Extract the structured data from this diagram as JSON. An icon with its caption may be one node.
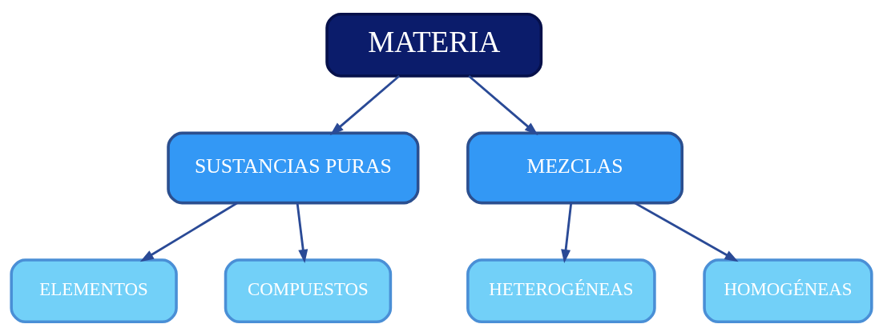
{
  "diagram": {
    "nodes": [
      {
        "text": [
          "MATERIA"
        ]
      },
      {
        "text": [
          "SUSTANCIAS PURAS"
        ]
      },
      {
        "text": [
          "MEZCLAS"
        ]
      },
      {
        "text": [
          "ELEMENTOS"
        ]
      },
      {
        "text": [
          "COMPUESTOS"
        ]
      },
      {
        "text": [
          "HETEROGÉNEAS"
        ]
      },
      {
        "text": [
          "HOMOGÉNEAS"
        ]
      }
    ],
    "edges": [
      {
        "from": 0,
        "to": 1,
        "arrow": "to"
      },
      {
        "from": 0,
        "to": 2,
        "arrow": "to"
      },
      {
        "from": 1,
        "to": 3,
        "arrow": "to"
      },
      {
        "from": 1,
        "to": 4,
        "arrow": "to"
      },
      {
        "from": 2,
        "to": 5,
        "arrow": "to"
      },
      {
        "from": 2,
        "to": 6,
        "arrow": "to"
      }
    ]
  }
}
